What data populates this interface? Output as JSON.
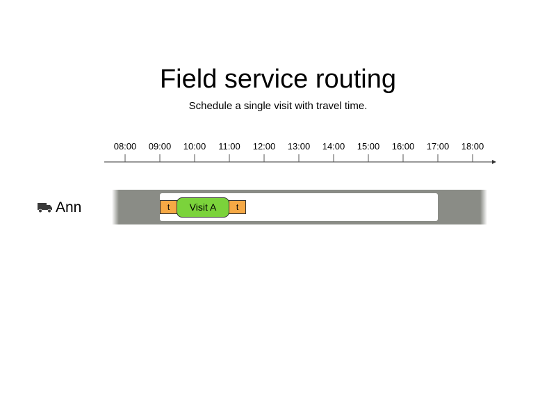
{
  "page": {
    "title": "Field service routing",
    "subtitle": "Schedule a single visit with travel time."
  },
  "timeline": {
    "start": "08:00",
    "end": "18:00",
    "ticks": [
      "08:00",
      "09:00",
      "10:00",
      "11:00",
      "12:00",
      "13:00",
      "14:00",
      "15:00",
      "16:00",
      "17:00",
      "18:00"
    ]
  },
  "resource": {
    "name": "Ann",
    "icon": "truck-icon",
    "availability": {
      "start": "09:00",
      "end": "17:00"
    },
    "travel_before": {
      "label": "t",
      "start": "09:00",
      "end": "09:30"
    },
    "visit": {
      "label": "Visit A",
      "start": "09:30",
      "end": "11:00"
    },
    "travel_after": {
      "label": "t",
      "start": "11:00",
      "end": "11:30"
    }
  },
  "colors": {
    "lane": "#8a8c86",
    "availability": "#ffffff",
    "visit": "#7bd33b",
    "travel": "#f6a945"
  }
}
